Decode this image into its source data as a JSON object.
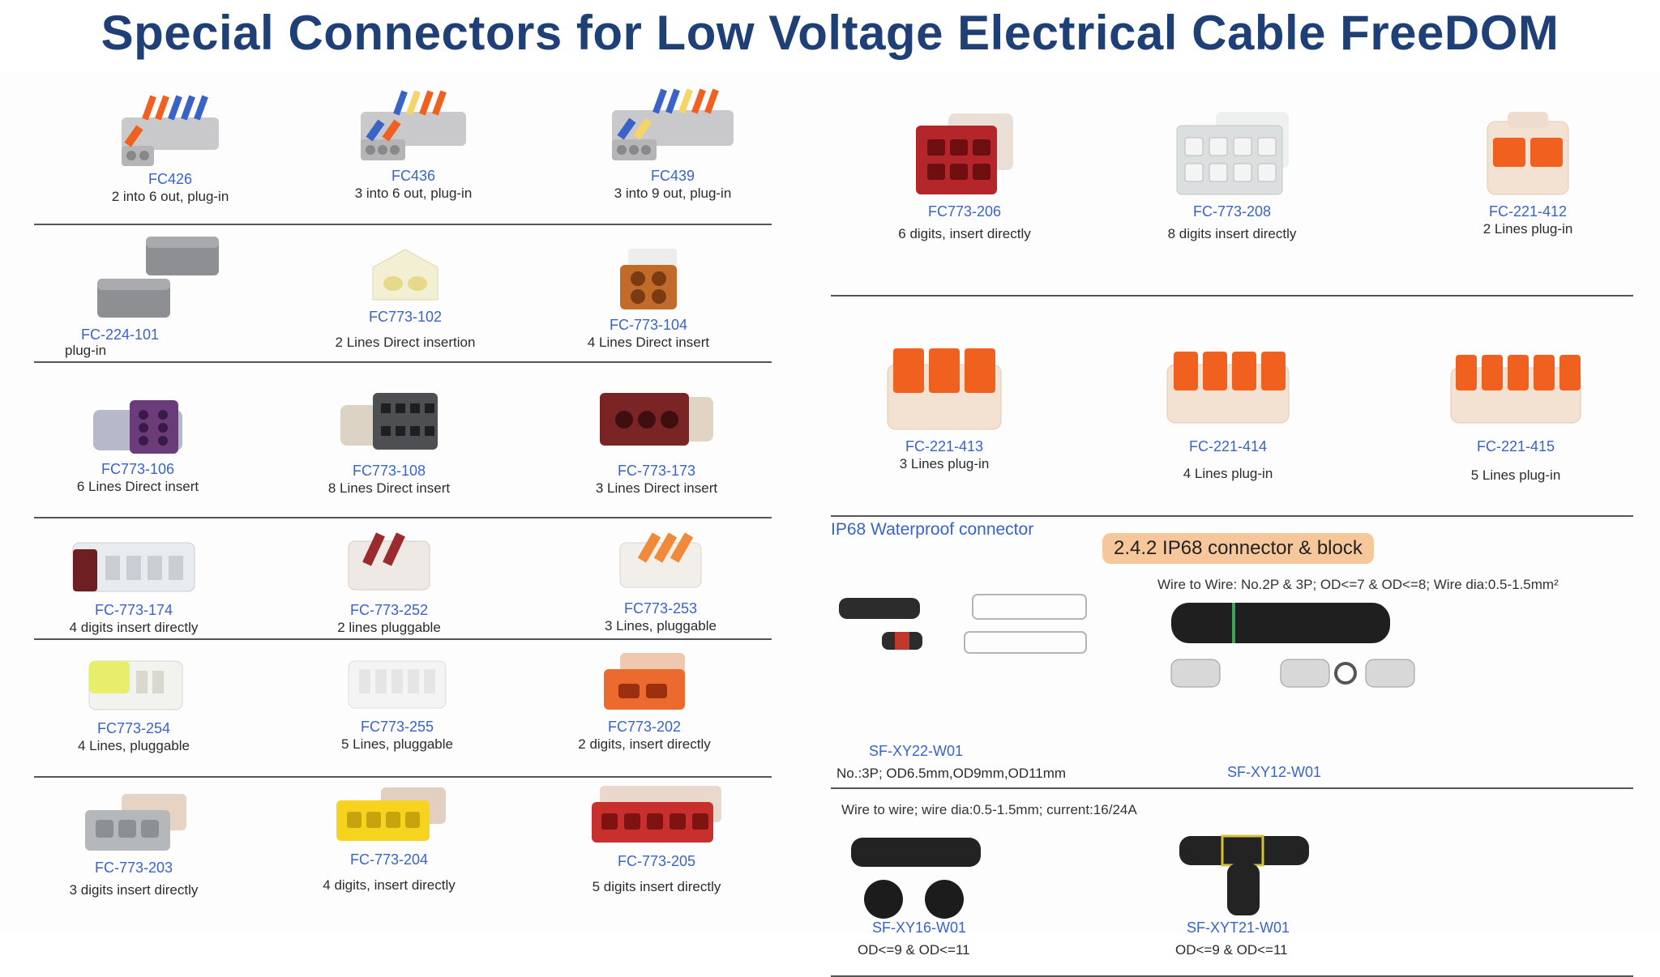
{
  "title": "Special Connectors for Low Voltage Electrical Cable FreeDOM",
  "left": {
    "rows": [
      [
        {
          "code": "FC426",
          "desc": "2 into 6 out, plug-in",
          "icon": "lever-connector-2-6-icon"
        },
        {
          "code": "FC436",
          "desc": "3 into 6 out, plug-in",
          "icon": "lever-connector-3-6-icon"
        },
        {
          "code": "FC439",
          "desc": "3 into 9 out, plug-in",
          "icon": "lever-connector-3-9-icon"
        }
      ],
      [
        {
          "code": "FC-224-101",
          "desc": "plug-in",
          "icon": "grey-inline-connector-icon"
        },
        {
          "code": "FC773-102",
          "desc": "2 Lines Direct insertion",
          "icon": "push-connector-2-icon"
        },
        {
          "code": "FC-773-104",
          "desc": "4 Lines Direct insert",
          "icon": "push-connector-4-icon"
        }
      ],
      [
        {
          "code": "FC773-106",
          "desc": "6 Lines Direct insert",
          "icon": "push-connector-6-icon"
        },
        {
          "code": "FC773-108",
          "desc": "8 Lines Direct insert",
          "icon": "push-connector-8-icon"
        },
        {
          "code": "FC-773-173",
          "desc": "3 Lines Direct insert",
          "icon": "push-connector-3-icon"
        }
      ],
      [
        {
          "code": "FC-773-174",
          "desc": "4 digits insert directly",
          "icon": "clear-connector-4-icon"
        },
        {
          "code": "FC-773-252",
          "desc": "2 lines pluggable",
          "icon": "clear-connector-2-icon"
        },
        {
          "code": "FC773-253",
          "desc": "3 Lines, pluggable",
          "icon": "clear-connector-3-icon"
        }
      ],
      [
        {
          "code": "FC773-254",
          "desc": "4 Lines, pluggable",
          "icon": "clear-connector-4-yellow-icon"
        },
        {
          "code": "FC773-255",
          "desc": "5 Lines, pluggable",
          "icon": "clear-connector-5-icon"
        },
        {
          "code": "FC773-202",
          "desc": "2 digits, insert directly",
          "icon": "orange-connector-2-icon"
        }
      ],
      [
        {
          "code": "FC-773-203",
          "desc": "3 digits insert directly",
          "icon": "grey-connector-3-icon"
        },
        {
          "code": "FC-773-204",
          "desc": "4 digits, insert directly",
          "icon": "yellow-connector-4-icon"
        },
        {
          "code": "FC-773-205",
          "desc": "5 digits insert directly",
          "icon": "red-connector-5-icon"
        }
      ]
    ]
  },
  "right": {
    "rows": [
      [
        {
          "code": "FC773-206",
          "desc": "6 digits, insert directly",
          "icon": "red-connector-6-icon"
        },
        {
          "code": "FC-773-208",
          "desc": "8 digits insert directly",
          "icon": "white-connector-8-icon"
        },
        {
          "code": "FC-221-412",
          "desc": "2 Lines plug-in",
          "icon": "lever-connector-2-icon"
        }
      ],
      [
        {
          "code": "FC-221-413",
          "desc": "3 Lines plug-in",
          "icon": "lever-connector-3-icon"
        },
        {
          "code": "FC-221-414",
          "desc": "4 Lines plug-in",
          "icon": "lever-connector-4-icon"
        },
        {
          "code": "FC-221-415",
          "desc": "5 Lines plug-in",
          "icon": "lever-connector-5-icon"
        }
      ]
    ],
    "ip68_label": "IP68 Waterproof connector",
    "badge": "2.4.2 IP68 connector & block",
    "wire_note": "Wire to Wire:  No.2P & 3P; OD<=7 & OD<=8; Wire dia:0.5-1.5mm²",
    "xy22": {
      "code": "SF-XY22-W01",
      "desc": "No.:3P; OD6.5mm,OD9mm,OD11mm"
    },
    "xy12": {
      "code": "SF-XY12-W01"
    },
    "wire_note2": "Wire to wire; wire dia:0.5-1.5mm; current:16/24A",
    "xy16": {
      "code": "SF-XY16-W01",
      "desc": "OD<=9 & OD<=11"
    },
    "xyt21": {
      "code": "SF-XYT21-W01",
      "desc": "OD<=9 & OD<=11"
    }
  },
  "colors": {
    "title": "#1f3f77",
    "code": "#3a63c8",
    "badge": "#f6c79b",
    "orange": "#f0601f",
    "red": "#b5262a"
  }
}
